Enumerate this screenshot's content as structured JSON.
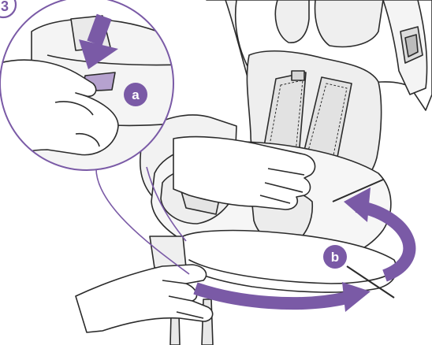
{
  "figure": {
    "step_number": "3",
    "callouts": {
      "a": "a",
      "b": "b"
    },
    "colors": {
      "accent": "#7a5aa6",
      "line": "#2b2b2b",
      "shade": "#e8e8e8",
      "skin": "#ffffff"
    },
    "icons": {
      "press_arrow": "down-arrow-icon",
      "rotate_arrow": "rotate-arrow-icon"
    }
  }
}
